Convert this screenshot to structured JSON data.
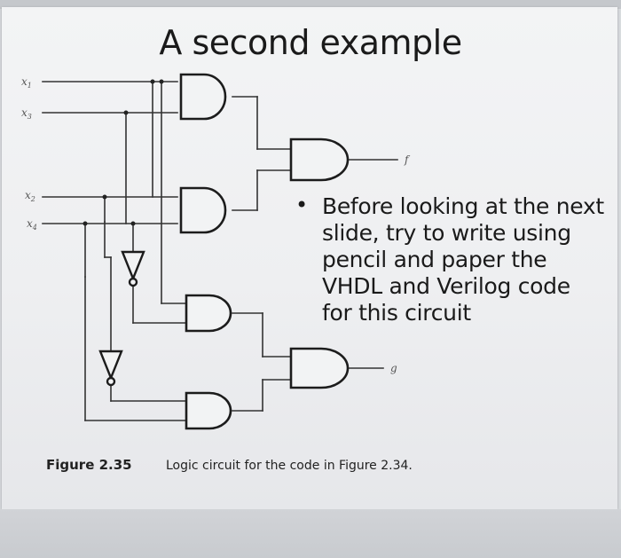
{
  "slide": {
    "title": "A second example",
    "bullet": "•",
    "bullet_text": "Before looking at the next slide, try to write using pencil and paper the VHDL and Verilog code for this circuit"
  },
  "figure": {
    "label": "Figure 2.35",
    "caption": "Logic circuit for the code in Figure 2.34."
  },
  "circuit": {
    "inputs": [
      {
        "name": "x",
        "sub": "1"
      },
      {
        "name": "x",
        "sub": "3"
      },
      {
        "name": "x",
        "sub": "2"
      },
      {
        "name": "x",
        "sub": "4"
      }
    ],
    "outputs": [
      "f",
      "g"
    ]
  }
}
